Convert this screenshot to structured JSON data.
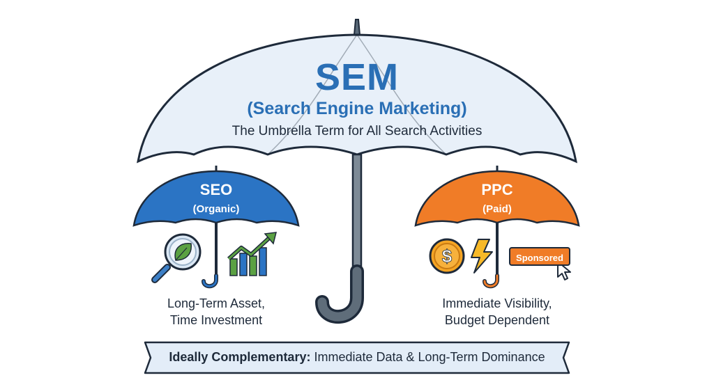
{
  "main": {
    "title": "SEM",
    "subtitle": "(Search Engine Marketing)",
    "description": "The Umbrella Term for All Search Activities"
  },
  "seo": {
    "title": "SEO",
    "subtitle": "(Organic)",
    "desc_line1": "Long-Term Asset,",
    "desc_line2": "Time Investment"
  },
  "ppc": {
    "title": "PPC",
    "subtitle": "(Paid)",
    "desc_line1": "Immediate Visibility,",
    "desc_line2": "Budget Dependent",
    "coin_symbol": "$",
    "badge_label": "Sponsored"
  },
  "banner": {
    "bold": "Ideally Complementary:",
    "rest": " Immediate Data & Long-Term Dominance"
  },
  "colors": {
    "sem_blue": "#2a6fb5",
    "seo_blue": "#2b74c4",
    "ppc_orange": "#f07c27",
    "canopy_light": "#e8f0f9",
    "outline": "#1e2a3a"
  },
  "icons": [
    "magnifier-leaf-icon",
    "growth-chart-icon",
    "dollar-coin-icon",
    "lightning-icon",
    "cursor-icon"
  ]
}
